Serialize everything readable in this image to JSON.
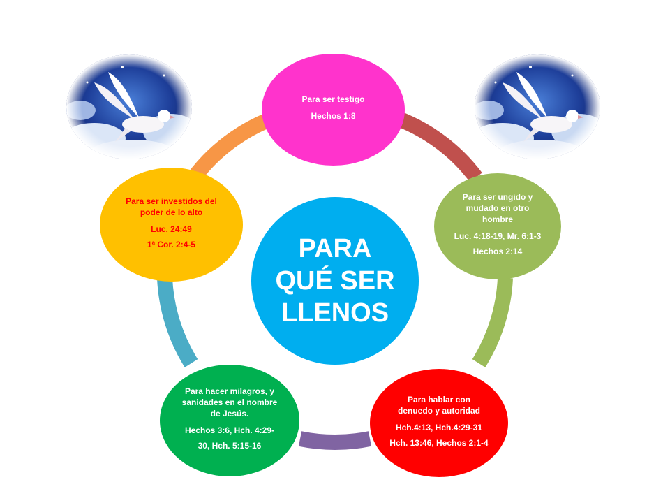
{
  "center": {
    "lines": [
      "PARA",
      "QUÉ SER",
      "LLENOS"
    ],
    "color": "#00aeef"
  },
  "ring_colors": {
    "top_to_right": "#c0504d",
    "right_to_bottom_right": "#9bbb59",
    "bottom_right_to_bottom_left": "#8064a2",
    "bottom_left_to_left": "#4bacc6",
    "left_to_top": "#f79646"
  },
  "nodes": {
    "top": {
      "color": "#ff33cc",
      "text_color": "#ffffff",
      "lines": [
        "Para ser testigo"
      ],
      "refs": [
        "Hechos 1:8"
      ]
    },
    "right": {
      "color": "#9bbb59",
      "text_color": "#ffffff",
      "lines": [
        "Para ser ungido y",
        "mudado en otro",
        "hombre"
      ],
      "refs": [
        "Luc. 4:18-19,  Mr. 6:1-3",
        "Hechos 2:14"
      ]
    },
    "bottom_right": {
      "color": "#ff0000",
      "text_color": "#ffffff",
      "lines": [
        "Para hablar con",
        "denuedo y autoridad"
      ],
      "refs": [
        "Hch.4:13,  Hch.4:29-31",
        "Hch. 13:46,  Hechos 2:1-4"
      ]
    },
    "bottom_left": {
      "color": "#00b050",
      "text_color": "#ffffff",
      "lines": [
        "Para hacer milagros, y",
        "sanidades en el nombre",
        "de Jesús."
      ],
      "refs": [
        "Hechos 3:6, Hch. 4:29-",
        "30, Hch. 5:15-16"
      ]
    },
    "left": {
      "color": "#ffc000",
      "text_color": "#ff0000",
      "lines": [
        "Para ser investidos del",
        "poder de lo alto"
      ],
      "refs": [
        "Luc. 24:49",
        "1ª Cor. 2:4-5"
      ]
    }
  },
  "images": {
    "dove_left": {
      "icon": "dove-in-clouds-icon"
    },
    "dove_right": {
      "icon": "dove-in-clouds-icon"
    }
  }
}
